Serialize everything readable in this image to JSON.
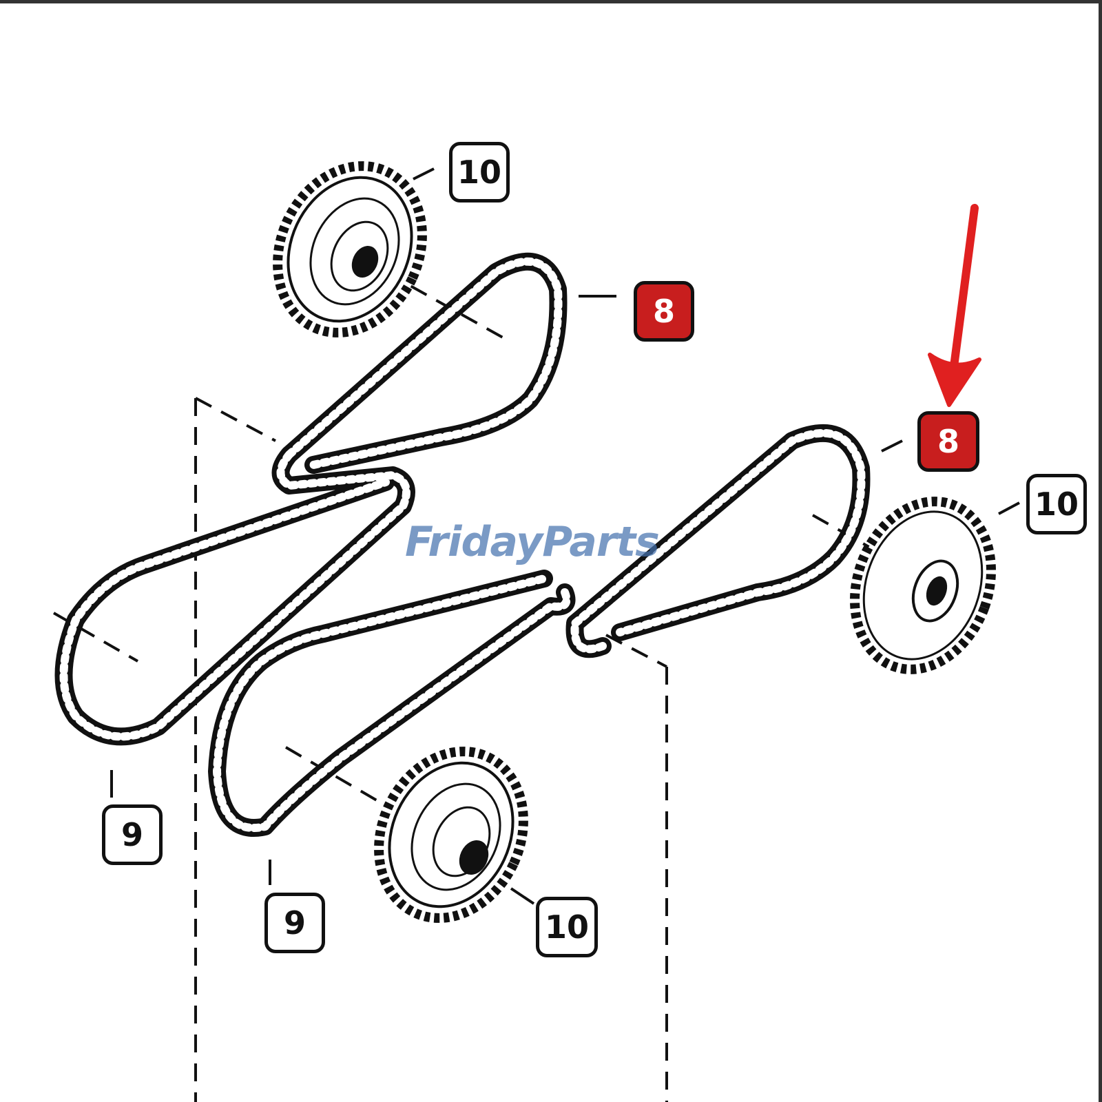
{
  "callouts": {
    "c10_top": "10",
    "c8_top": "8",
    "c8_right": "8",
    "c10_right": "10",
    "c9_left": "9",
    "c9_mid": "9",
    "c10_bottom": "10"
  },
  "watermark": "FridayParts",
  "colors": {
    "highlight": "#c81e1e",
    "arrow": "#e02020",
    "ink": "#111111",
    "watermark": "#4673af"
  }
}
